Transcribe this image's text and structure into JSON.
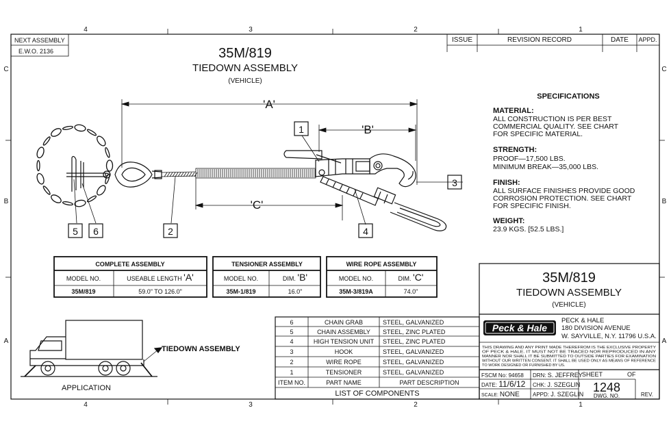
{
  "border": {
    "zones_top": [
      "4",
      "3",
      "2",
      "1"
    ],
    "zones_bottom": [
      "4",
      "3",
      "2",
      "1"
    ],
    "zones_left": [
      "C",
      "B",
      "A"
    ],
    "zones_right": [
      "C",
      "B",
      "A"
    ]
  },
  "next_assembly": {
    "label": "NEXT ASSEMBLY",
    "value": "E.W.O. 2136"
  },
  "revision": {
    "issue": "ISSUE",
    "record": "REVISION RECORD",
    "date": "DATE",
    "appd": "APPD."
  },
  "header": {
    "part_no": "35M/819",
    "title": "TIEDOWN ASSEMBLY",
    "subtitle": "(VEHICLE)"
  },
  "dimensions": {
    "a": "'A'",
    "b": "'B'",
    "c": "'C'"
  },
  "callouts": [
    "1",
    "2",
    "3",
    "4",
    "5",
    "6"
  ],
  "specs": {
    "heading": "SPECIFICATIONS",
    "material_title": "MATERIAL:",
    "material_lines": [
      "ALL CONSTRUCTION IS PER BEST",
      "COMMERCIAL QUALITY. SEE CHART",
      "FOR SPECIFIC MATERIAL."
    ],
    "strength_title": "STRENGTH:",
    "strength_lines": [
      "PROOF—17,500 LBS.",
      "MINIMUM BREAK—35,000 LBS."
    ],
    "finish_title": "FINISH:",
    "finish_lines": [
      "ALL SURFACE FINISHES PROVIDE GOOD",
      "CORROSION PROTECTION. SEE CHART",
      "FOR SPECIFIC FINISH."
    ],
    "weight_title": "WEIGHT:",
    "weight_lines": [
      "23.9 KGS. [52.5 LBS.]"
    ]
  },
  "tables": {
    "complete": {
      "title": "COMPLETE ASSEMBLY",
      "col1": "MODEL NO.",
      "col2": "USEABLE LENGTH",
      "col2_dim": "'A'",
      "model": "35M/819",
      "value": "59.0\" TO 126.0\""
    },
    "tensioner": {
      "title": "TENSIONER ASSEMBLY",
      "col1": "MODEL NO.",
      "col2": "DIM.",
      "col2_dim": "'B'",
      "model": "35M-1/819",
      "value": "16.0\""
    },
    "wire_rope": {
      "title": "WIRE ROPE ASSEMBLY",
      "col1": "MODEL NO.",
      "col2": "DIM.",
      "col2_dim": "'C'",
      "model": "35M-3/819A",
      "value": "74.0\""
    }
  },
  "application": {
    "label": "TIEDOWN ASSEMBLY",
    "caption": "APPLICATION"
  },
  "components": {
    "rows": [
      {
        "item": "6",
        "name": "CHAIN GRAB",
        "desc": "STEEL, GALVANIZED"
      },
      {
        "item": "5",
        "name": "CHAIN ASSEMBLY",
        "desc": "STEEL, ZINC PLATED"
      },
      {
        "item": "4",
        "name": "HIGH TENSION UNIT",
        "desc": "STEEL, ZINC PLATED"
      },
      {
        "item": "3",
        "name": "HOOK",
        "desc": "STEEL, GALVANIZED"
      },
      {
        "item": "2",
        "name": "WIRE ROPE",
        "desc": "STEEL, GALVANIZED"
      },
      {
        "item": "1",
        "name": "TENSIONER",
        "desc": "STEEL, GALVANIZED"
      }
    ],
    "hdr_item": "ITEM NO.",
    "hdr_name": "PART NAME",
    "hdr_desc": "PART DESCRIPTION",
    "caption": "LIST OF COMPONENTS"
  },
  "title_block": {
    "part_no": "35M/819",
    "title": "TIEDOWN ASSEMBLY",
    "subtitle": "(VEHICLE)",
    "logo": "Peck & Hale",
    "company": "PECK & HALE",
    "address1": "180 DIVISION AVENUE",
    "address2": "W. SAYVILLE, N.Y. 11796 U.S.A.",
    "notice": [
      "THIS DRAWING AND ANY PRINT MADE THEREFROM IS THE EXCLUSIVE PROPERTY",
      "OF PECK & HALE.  IT MUST NOT BE TRACED NOR REPRODUCED IN ANY",
      "MANNER NOR SHALL IT BE SUBMITTED TO OUTSIDE PARTIES FOR EXAMINATION",
      "WITHOUT OUR WRITTEN CONSENT.  IT SHALL BE USED ONLY AS MEANS OF REFERENCE",
      "TO WORK DESIGNED OR FURNISHED BY US."
    ],
    "fscm_label": "FSCM No:",
    "fscm": "94658",
    "drn_label": "DRN:",
    "drn": "S. JEFFREY",
    "sheet_label": "SHEET",
    "of_label": "OF",
    "date_label": "DATE:",
    "date": "11/6/12",
    "chk_label": "CHK:",
    "chk": "J. SZEGLIN",
    "dwg_no": "1248",
    "dwg_label": "DWG. NO.",
    "scale_label": "SCALE:",
    "scale": "NONE",
    "appd_label": "APPD:",
    "appd": "J. SZEGLIN",
    "rev_label": "REV."
  }
}
